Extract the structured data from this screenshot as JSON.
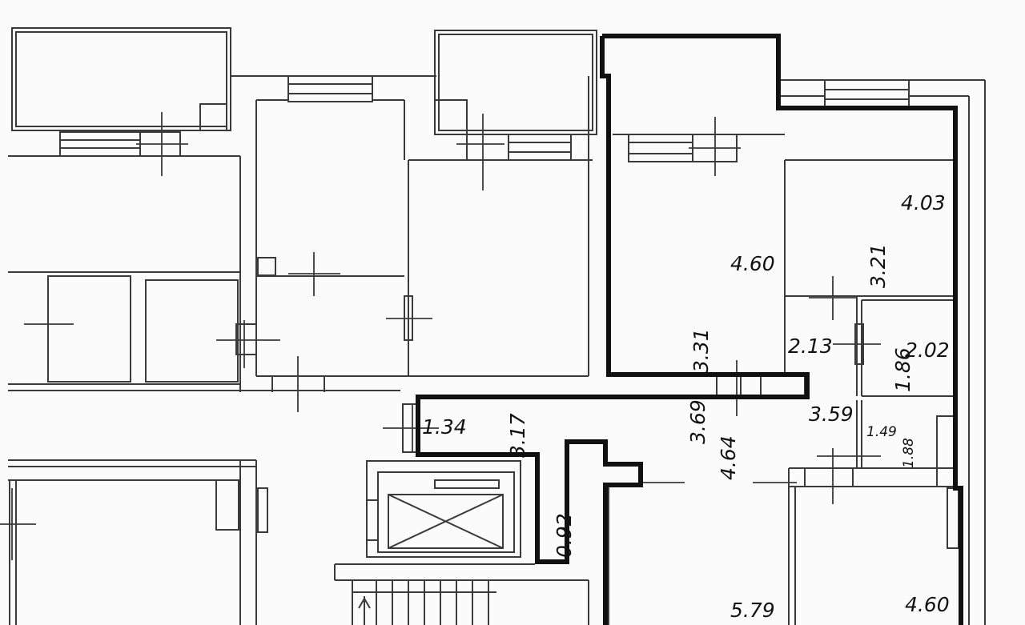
{
  "plan": {
    "dimensions": {
      "d_4_03": "4.03",
      "d_4_60_upper": "4.60",
      "d_3_21": "3.21",
      "d_2_13": "2.13",
      "d_2_02": "2.02",
      "d_3_31": "3.31",
      "d_1_86": "1.86",
      "d_1_34": "1.34",
      "d_3_17": "3.17",
      "d_3_69": "3.69",
      "d_3_59": "3.59",
      "d_1_49": "1.49",
      "d_1_88": "1.88",
      "d_4_64": "4.64",
      "d_0_92": "0.92",
      "d_5_79": "5.79",
      "d_4_60_lower": "4.60"
    }
  },
  "colors": {
    "paper": "#fbfbfb",
    "thin_lines": "#3a3a3a",
    "outline": "#111111"
  }
}
